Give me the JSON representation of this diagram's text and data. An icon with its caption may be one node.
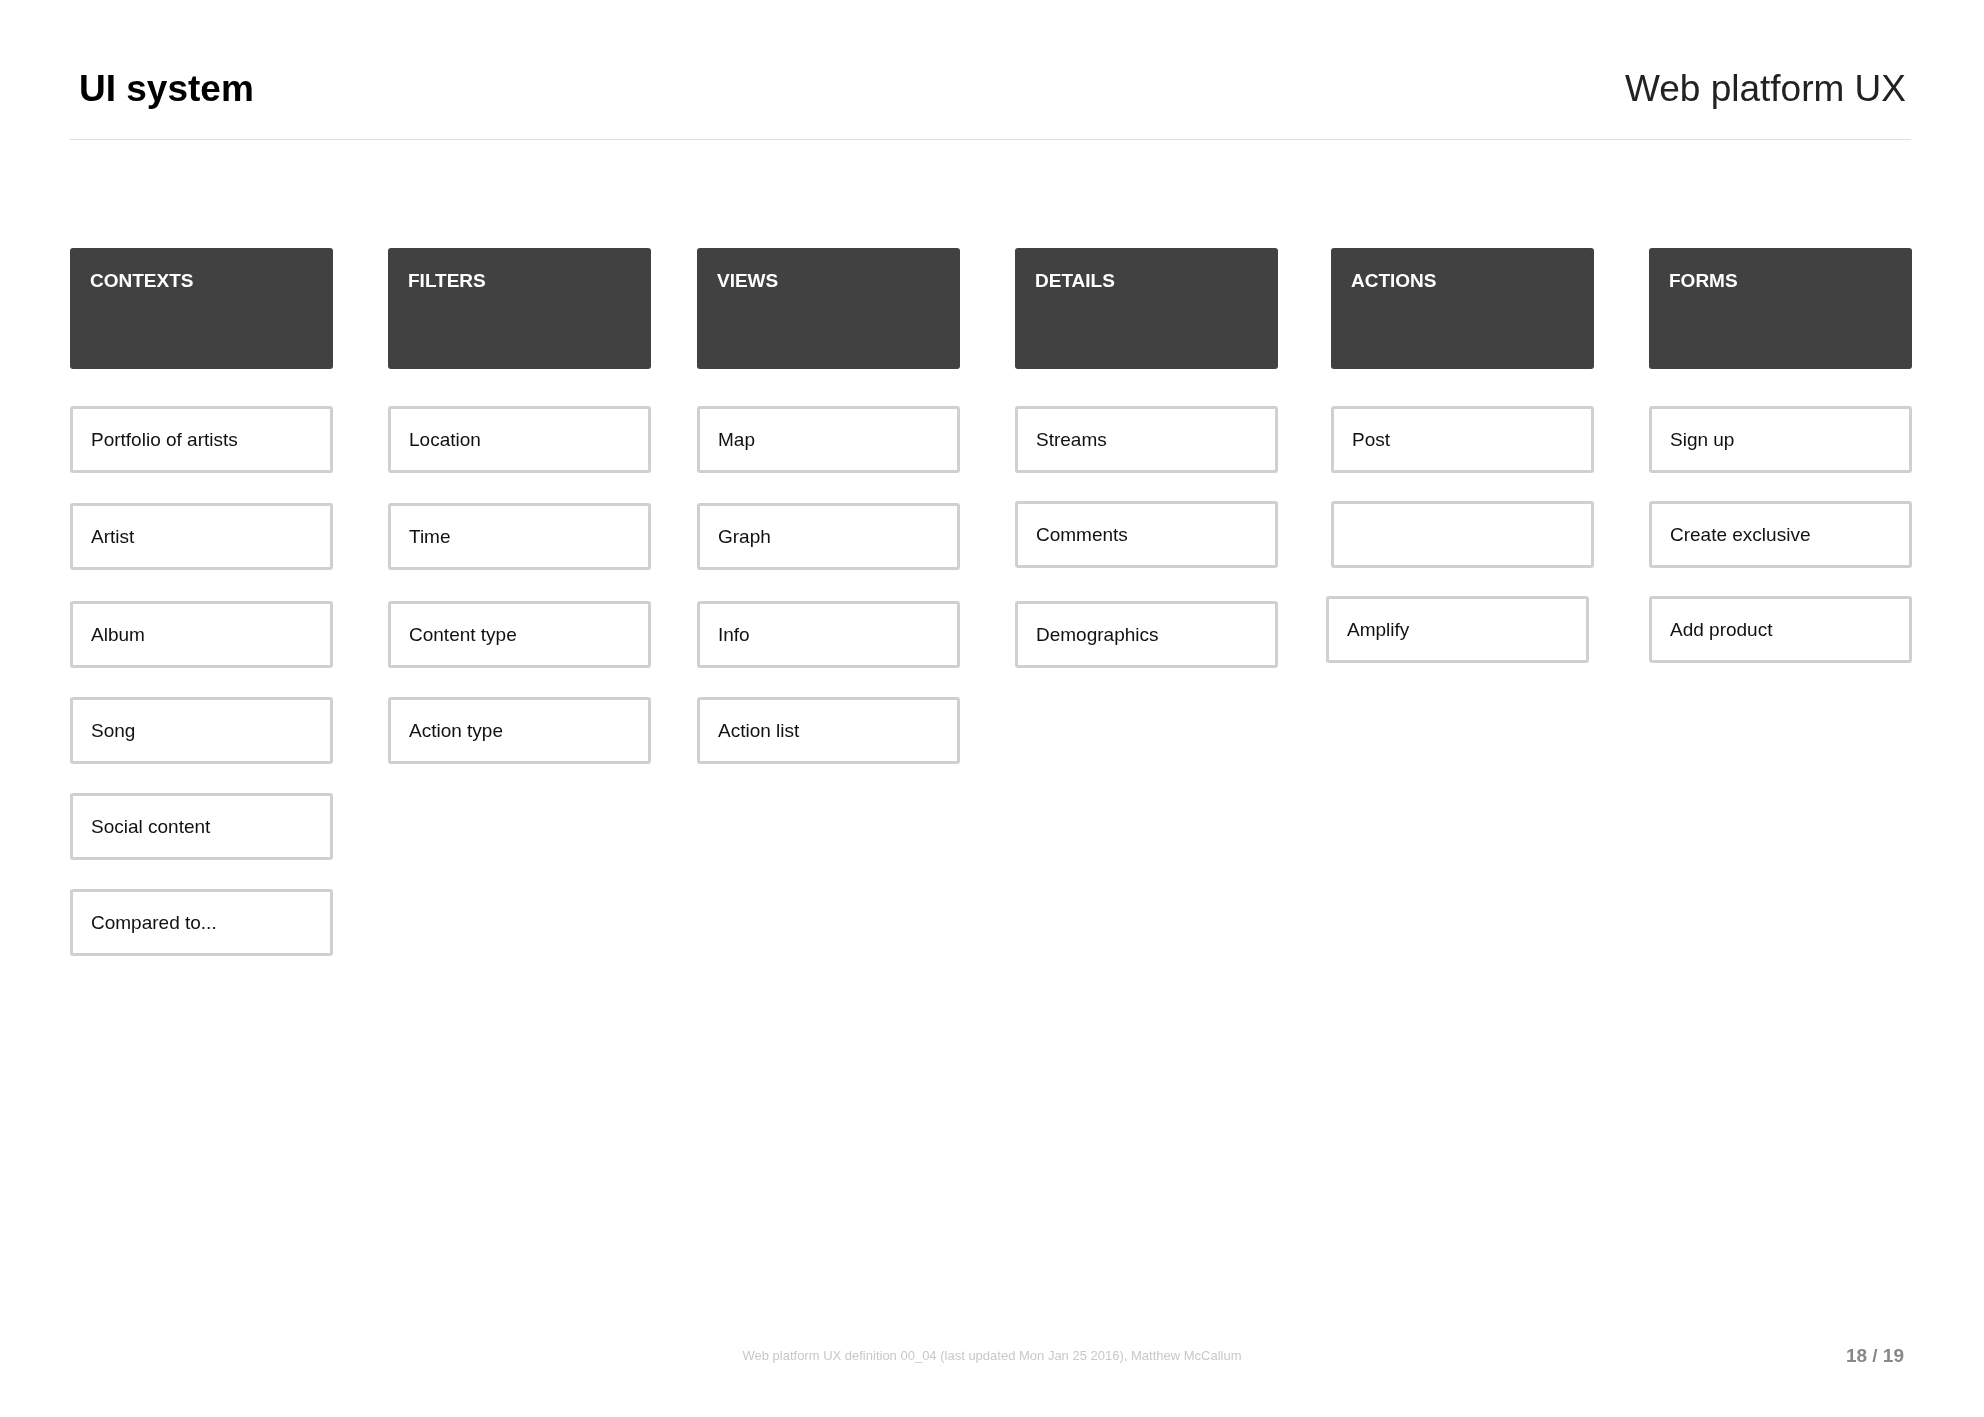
{
  "diagram": {
    "title": "UI system",
    "nodes": [
      {
        "text": [
          "CONTEXTS"
        ]
      },
      {
        "text": [
          "Portfolio of artists"
        ]
      },
      {
        "text": [
          "Artist"
        ]
      },
      {
        "text": [
          "Album"
        ]
      },
      {
        "text": [
          "Song"
        ]
      },
      {
        "text": [
          "Social content"
        ]
      },
      {
        "text": [
          "Compared to..."
        ]
      },
      {
        "text": [
          "FILTERS"
        ]
      },
      {
        "text": [
          "Location"
        ]
      },
      {
        "text": [
          "Time"
        ]
      },
      {
        "text": [
          "Content type"
        ]
      },
      {
        "text": [
          "Action type"
        ]
      },
      {
        "text": [
          "VIEWS"
        ]
      },
      {
        "text": [
          "Map"
        ]
      },
      {
        "text": [
          "Graph"
        ]
      },
      {
        "text": [
          "Info"
        ]
      },
      {
        "text": [
          "Action list"
        ]
      },
      {
        "text": [
          "DETAILS"
        ]
      },
      {
        "text": [
          "Streams"
        ]
      },
      {
        "text": [
          "Comments"
        ]
      },
      {
        "text": [
          "Demographics"
        ]
      },
      {
        "text": [
          "ACTIONS"
        ]
      },
      {
        "text": [
          "Post"
        ]
      },
      {
        "text": [],
        "shape": "box"
      },
      {
        "text": [
          "Amplify"
        ]
      },
      {
        "text": [
          "FORMS"
        ]
      },
      {
        "text": [
          "Sign up"
        ]
      },
      {
        "text": [
          "Create exclusive"
        ]
      },
      {
        "text": [
          "Add product"
        ]
      }
    ],
    "labels": [
      "Web platform UX",
      "Web platform UX definition 00_04 (last updated Mon Jan 25 2016), Matthew McCallum",
      "18 / 19"
    ]
  }
}
